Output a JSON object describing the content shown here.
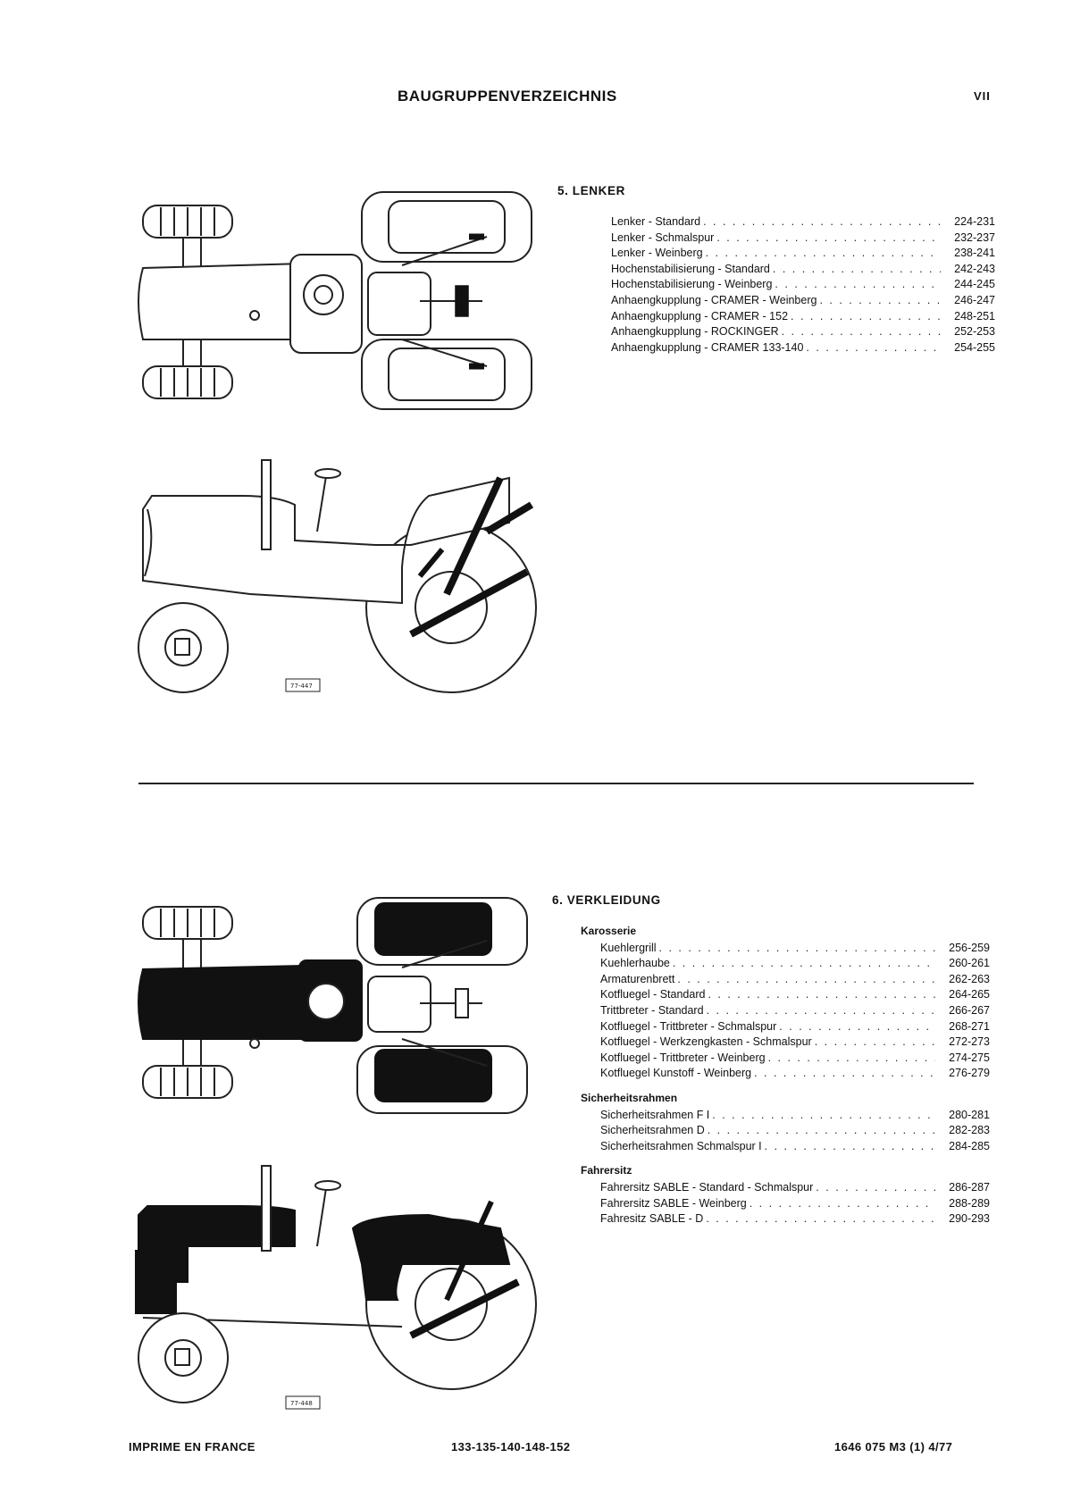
{
  "header": {
    "title": "BAUGRUPPENVERZEICHNIS",
    "page": "VII"
  },
  "section5": {
    "title": "5. LENKER",
    "items": [
      {
        "label": "Lenker - Standard",
        "pages": "224-231"
      },
      {
        "label": "Lenker - Schmalspur",
        "pages": "232-237"
      },
      {
        "label": "Lenker - Weinberg",
        "pages": "238-241"
      },
      {
        "label": "Hochenstabilisierung - Standard",
        "pages": "242-243"
      },
      {
        "label": "Hochenstabilisierung - Weinberg",
        "pages": "244-245"
      },
      {
        "label": "Anhaengkupplung - CRAMER - Weinberg",
        "pages": "246-247"
      },
      {
        "label": "Anhaengkupplung - CRAMER - 152",
        "pages": "248-251"
      },
      {
        "label": "Anhaengkupplung - ROCKINGER",
        "pages": "252-253"
      },
      {
        "label": "Anhaengkupplung - CRAMER 133-140",
        "pages": "254-255"
      }
    ],
    "figure_ref": "77-447"
  },
  "section6": {
    "title": "6. VERKLEIDUNG",
    "groups": [
      {
        "name": "Karosserie",
        "items": [
          {
            "label": "Kuehlergrill",
            "pages": "256-259"
          },
          {
            "label": "Kuehlerhaube",
            "pages": "260-261"
          },
          {
            "label": "Armaturenbrett",
            "pages": "262-263"
          },
          {
            "label": "Kotfluegel - Standard",
            "pages": "264-265"
          },
          {
            "label": "Trittbreter - Standard",
            "pages": "266-267"
          },
          {
            "label": "Kotfluegel - Trittbreter - Schmalspur",
            "pages": "268-271"
          },
          {
            "label": "Kotfluegel - Werkzengkasten - Schmalspur",
            "pages": "272-273"
          },
          {
            "label": "Kotfluegel - Trittbreter - Weinberg",
            "pages": "274-275"
          },
          {
            "label": "Kotfluegel Kunstoff - Weinberg",
            "pages": "276-279"
          }
        ]
      },
      {
        "name": "Sicherheitsrahmen",
        "items": [
          {
            "label": "Sicherheitsrahmen F I",
            "pages": "280-281"
          },
          {
            "label": "Sicherheitsrahmen D",
            "pages": "282-283"
          },
          {
            "label": "Sicherheitsrahmen Schmalspur I",
            "pages": "284-285"
          }
        ]
      },
      {
        "name": "Fahrersitz",
        "items": [
          {
            "label": "Fahrersitz SABLE - Standard - Schmalspur",
            "pages": "286-287"
          },
          {
            "label": "Fahrersitz SABLE - Weinberg",
            "pages": "288-289"
          },
          {
            "label": "Fahresitz SABLE - D",
            "pages": "290-293"
          }
        ]
      }
    ],
    "figure_ref": "77-448"
  },
  "footer": {
    "left": "IMPRIME EN FRANCE",
    "center": "133-135-140-148-152",
    "right": "1646 075 M3 (1) 4/77"
  }
}
